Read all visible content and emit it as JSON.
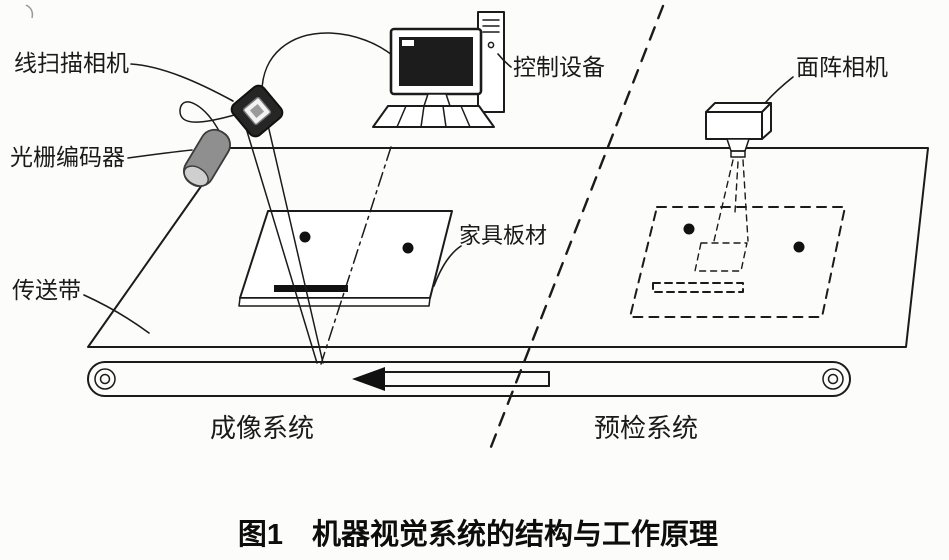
{
  "figure": {
    "type": "technical-diagram",
    "caption": "图1　机器视觉系统的结构与工作原理"
  },
  "labels": {
    "line_scan_camera": "线扫描相机",
    "grating_encoder": "光栅编码器",
    "control_equipment": "控制设备",
    "area_scan_camera": "面阵相机",
    "furniture_board": "家具板材",
    "conveyor_belt": "传送带",
    "imaging_system": "成像系统",
    "pre_inspection_system": "预检系统"
  },
  "colors": {
    "line": "#1b1b1b",
    "background": "#fcfcfa",
    "encoder_body": "#8f8f8f",
    "encoder_cap": "#cfcfcf",
    "camera_body": "#262626",
    "screen": "#1c1c1c",
    "caption_text": "#0d0d0d"
  }
}
